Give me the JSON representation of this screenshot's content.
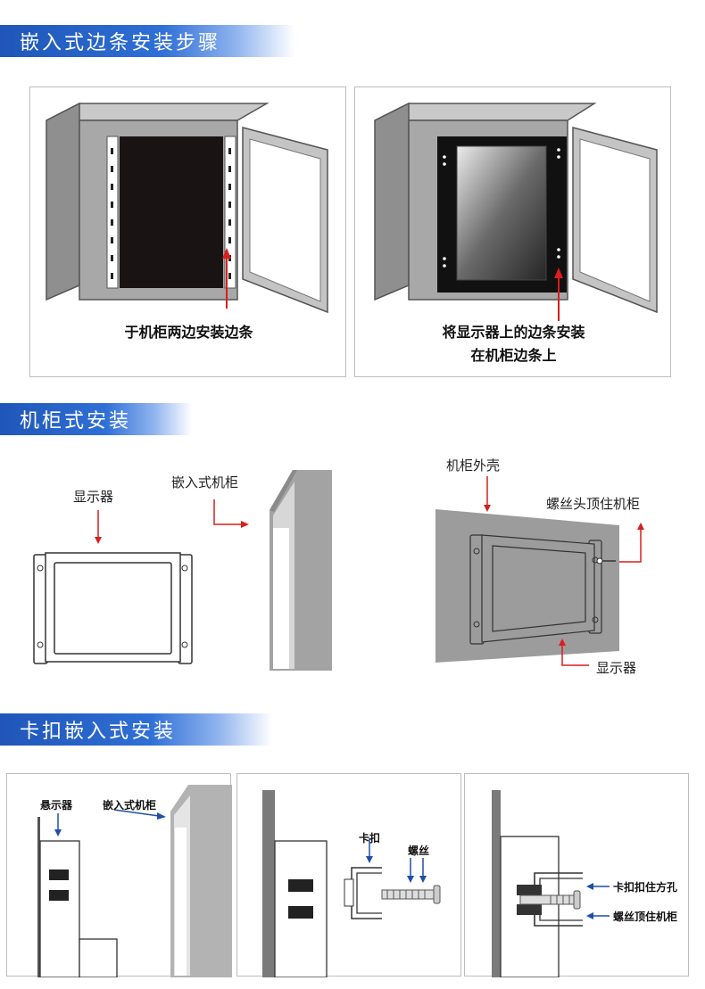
{
  "sections": {
    "embedded_steps": {
      "title": "嵌入式边条安装步骤",
      "step1_caption": "于机柜两边安装边条",
      "step2_caption_line1": "将显示器上的边条安装",
      "step2_caption_line2": "在机柜边条上"
    },
    "cabinet_mount": {
      "title": "机柜式安装",
      "monitor_label": "显示器",
      "embedded_cabinet_label": "嵌入式机柜",
      "cabinet_shell_label": "机柜外壳",
      "screw_label": "螺丝头顶住机柜",
      "monitor_label_2": "显示器"
    },
    "clip_mount": {
      "title": "卡扣嵌入式安装",
      "monitor_label": "悬示器",
      "embedded_cabinet_label": "嵌入式机柜",
      "clip_label": "卡扣",
      "screw_label": "螺丝",
      "clip_hole_label": "卡扣扣住方孔",
      "screw_top_label": "螺丝顶住机柜"
    }
  },
  "colors": {
    "banner_blue": "#2f6fd6",
    "arrow_red": "#d81e1e",
    "arrow_blue": "#1f4fa8",
    "cabinet_gray": "#a3a3a3"
  }
}
